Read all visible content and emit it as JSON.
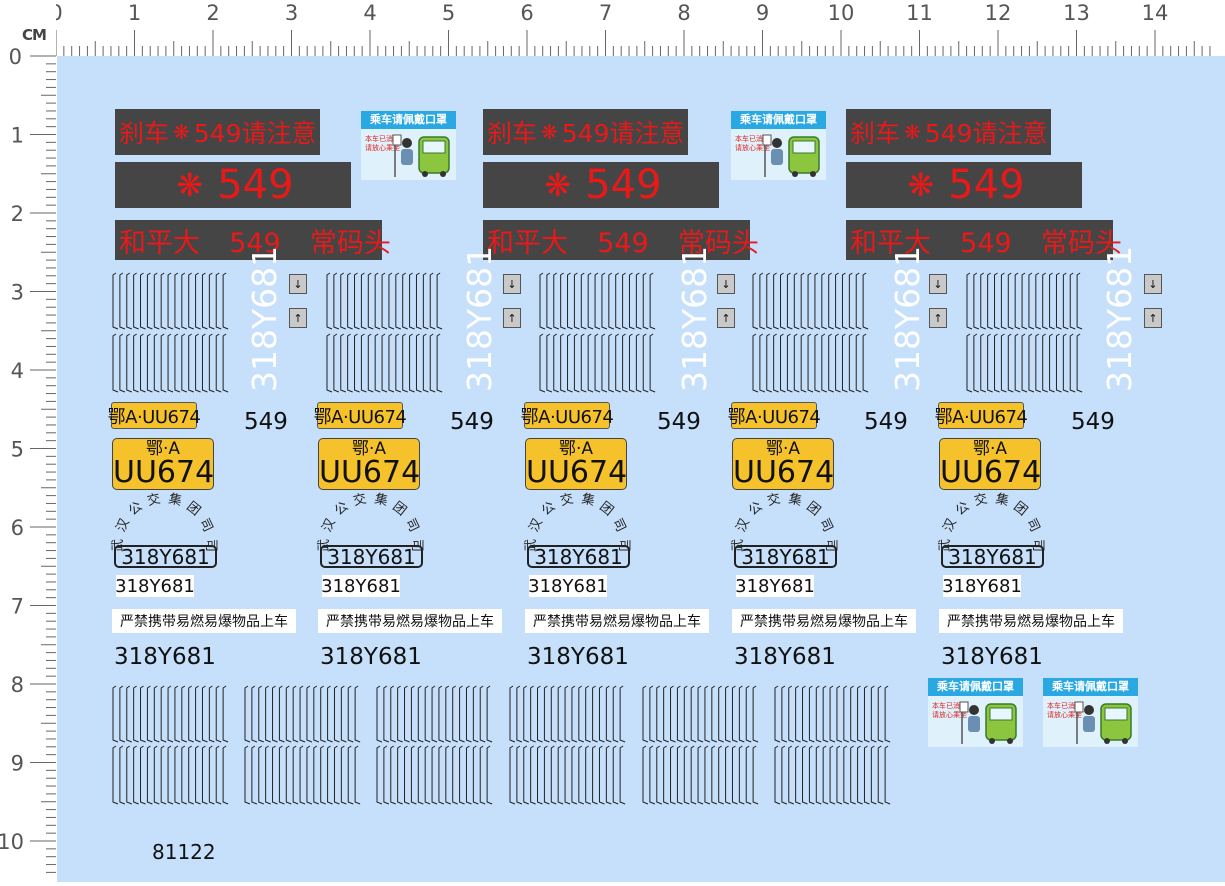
{
  "ruler": {
    "unit": "CM",
    "numbers": [
      "0",
      "1",
      "2",
      "3",
      "4",
      "5",
      "6",
      "7",
      "8",
      "9",
      "10",
      "11",
      "12",
      "13",
      "14"
    ]
  },
  "colors": {
    "sheet": "#c6dffa",
    "led_bg": "#454545",
    "led_text": "#e81919",
    "plate": "#f6c22c"
  },
  "led_rows": {
    "warning": {
      "label": "刹车",
      "icon": "snowflake-icon",
      "symbol": "❋",
      "text": "549请注意"
    },
    "route_number": {
      "symbol": "❋",
      "text": "549",
      "icon": "snowflake-icon"
    },
    "destination": {
      "text": "和平大  549  常码头"
    }
  },
  "vehicle": {
    "fleet_number": "318Y681",
    "route": "549",
    "plate_short": "鄂A·UU674",
    "plate_top": "鄂·A",
    "plate_number": "UU674",
    "company_chars": [
      "武",
      "汉",
      "公",
      "交",
      "集",
      "团",
      "司",
      "司"
    ],
    "safety_notice": "严禁携带易燃易爆物品上车"
  },
  "poster": {
    "title": "乘车请佩戴口罩",
    "note_line1": "本车已消毒",
    "note_line2": "请放心乘坐",
    "icon": "bus-passenger-icon"
  },
  "door_icons": {
    "exit": "↓",
    "enter": "↑",
    "icon": "passenger-door-icon"
  },
  "serial": "81122"
}
